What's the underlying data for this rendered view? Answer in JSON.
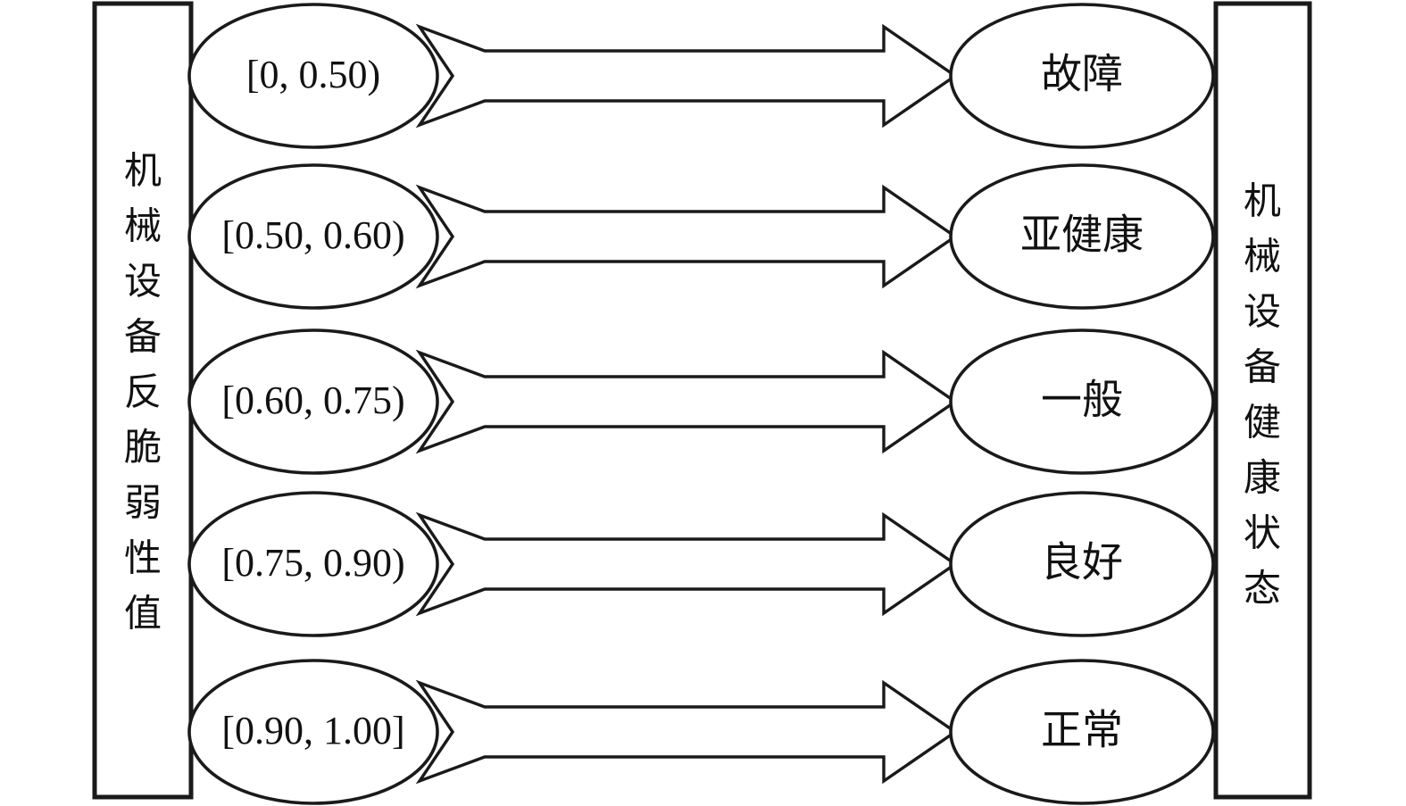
{
  "diagram": {
    "type": "mapping-diagram",
    "title_left_axis": "机械设备反脆弱性值",
    "title_right_axis": "机械设备健康状态",
    "colors": {
      "stroke": "#1a1a1a",
      "fill": "#ffffff",
      "text": "#111111"
    },
    "left_axis": {
      "label": "机械设备反脆弱性值",
      "characters": [
        "机",
        "械",
        "设",
        "备",
        "反",
        "脆",
        "弱",
        "性",
        "值"
      ]
    },
    "right_axis": {
      "label": "机械设备健康状态",
      "characters": [
        "机",
        "械",
        "设",
        "备",
        "健",
        "康",
        "状",
        "态"
      ]
    },
    "mappings": [
      {
        "interval": "[0, 0.50)",
        "state": "故障",
        "row": 1
      },
      {
        "interval": "[0.50, 0.60)",
        "state": "亚健康",
        "row": 2
      },
      {
        "interval": "[0.60, 0.75)",
        "state": "一般",
        "row": 3
      },
      {
        "interval": "[0.75, 0.90)",
        "state": "良好",
        "row": 4
      },
      {
        "interval": "[0.90, 1.00]",
        "state": "正常",
        "row": 5
      }
    ],
    "rows": [
      {
        "interval": "[0, 0.50)",
        "state": "故障"
      },
      {
        "interval": "[0.50, 0.60)",
        "state": "亚健康"
      },
      {
        "interval": "[0.60, 0.75)",
        "state": "一般"
      },
      {
        "interval": "[0.75, 0.90)",
        "state": "良好"
      },
      {
        "interval": "[0.90, 1.00]",
        "state": "正常"
      }
    ]
  }
}
